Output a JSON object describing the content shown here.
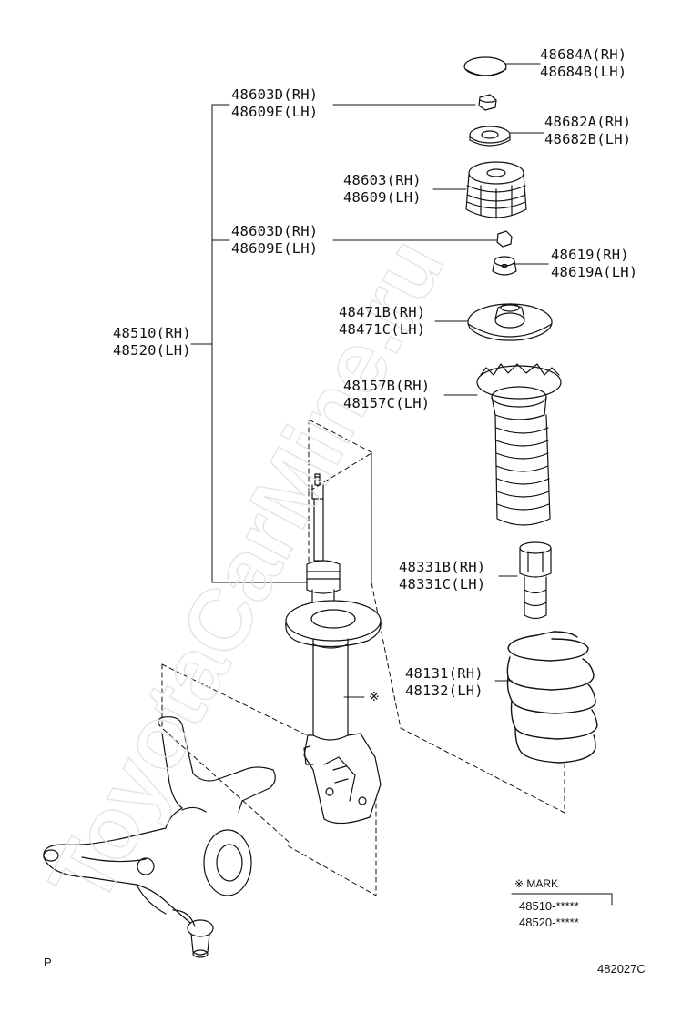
{
  "watermark": "ToyotaCarMine.ru",
  "parts": [
    {
      "id": "p1",
      "rh": "48684A(RH)",
      "lh": "48684B(LH)"
    },
    {
      "id": "p2",
      "rh": "48603D(RH)",
      "lh": "48609E(LH)"
    },
    {
      "id": "p3",
      "rh": "48682A(RH)",
      "lh": "48682B(LH)"
    },
    {
      "id": "p4",
      "rh": "48603(RH)",
      "lh": "48609(LH)"
    },
    {
      "id": "p5",
      "rh": "48603D(RH)",
      "lh": "48609E(LH)"
    },
    {
      "id": "p6",
      "rh": "48619(RH)",
      "lh": "48619A(LH)"
    },
    {
      "id": "p7",
      "rh": "48510(RH)",
      "lh": "48520(LH)"
    },
    {
      "id": "p8",
      "rh": "48471B(RH)",
      "lh": "48471C(LH)"
    },
    {
      "id": "p9",
      "rh": "48157B(RH)",
      "lh": "48157C(LH)"
    },
    {
      "id": "p10",
      "rh": "48331B(RH)",
      "lh": "48331C(LH)"
    },
    {
      "id": "p11",
      "rh": "48131(RH)",
      "lh": "48132(LH)"
    }
  ],
  "mark_symbol": "※",
  "mark_box": {
    "title": "※ MARK",
    "rows": [
      "48510-*****",
      "48520-*****"
    ]
  },
  "corner_left": "P",
  "figure_code": "482027C"
}
